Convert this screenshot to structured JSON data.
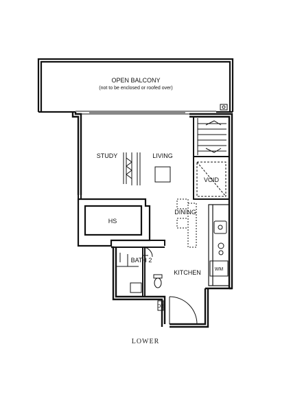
{
  "plan": {
    "balcony_title": "OPEN BALCONY",
    "balcony_note": "(not to be enclosed or roofed over)",
    "rooms": {
      "study": "STUDY",
      "living": "LIVING",
      "void": "VOID",
      "dining": "DINING",
      "hs": "HS",
      "bath2": "BATH 2",
      "kitchen": "KITCHEN",
      "wm": "WM",
      "db": "DB"
    }
  },
  "caption": "LOWER"
}
